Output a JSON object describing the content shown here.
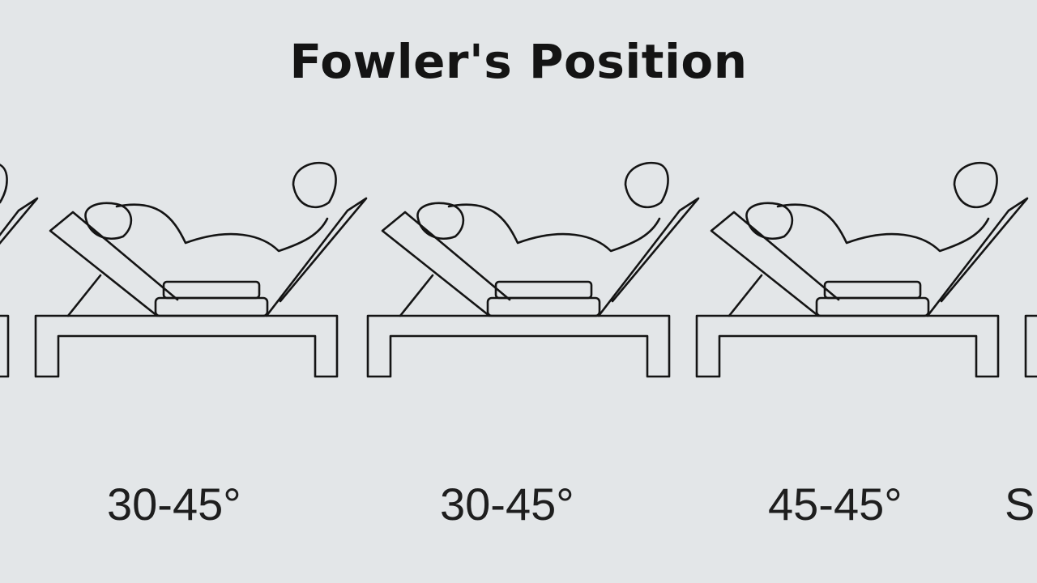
{
  "title": "Fowler's Position",
  "panels": [
    {
      "angle_label": "30-45°"
    },
    {
      "angle_label": "30-45°"
    },
    {
      "angle_label": "45-45°"
    },
    {
      "angle_label": "S"
    }
  ]
}
